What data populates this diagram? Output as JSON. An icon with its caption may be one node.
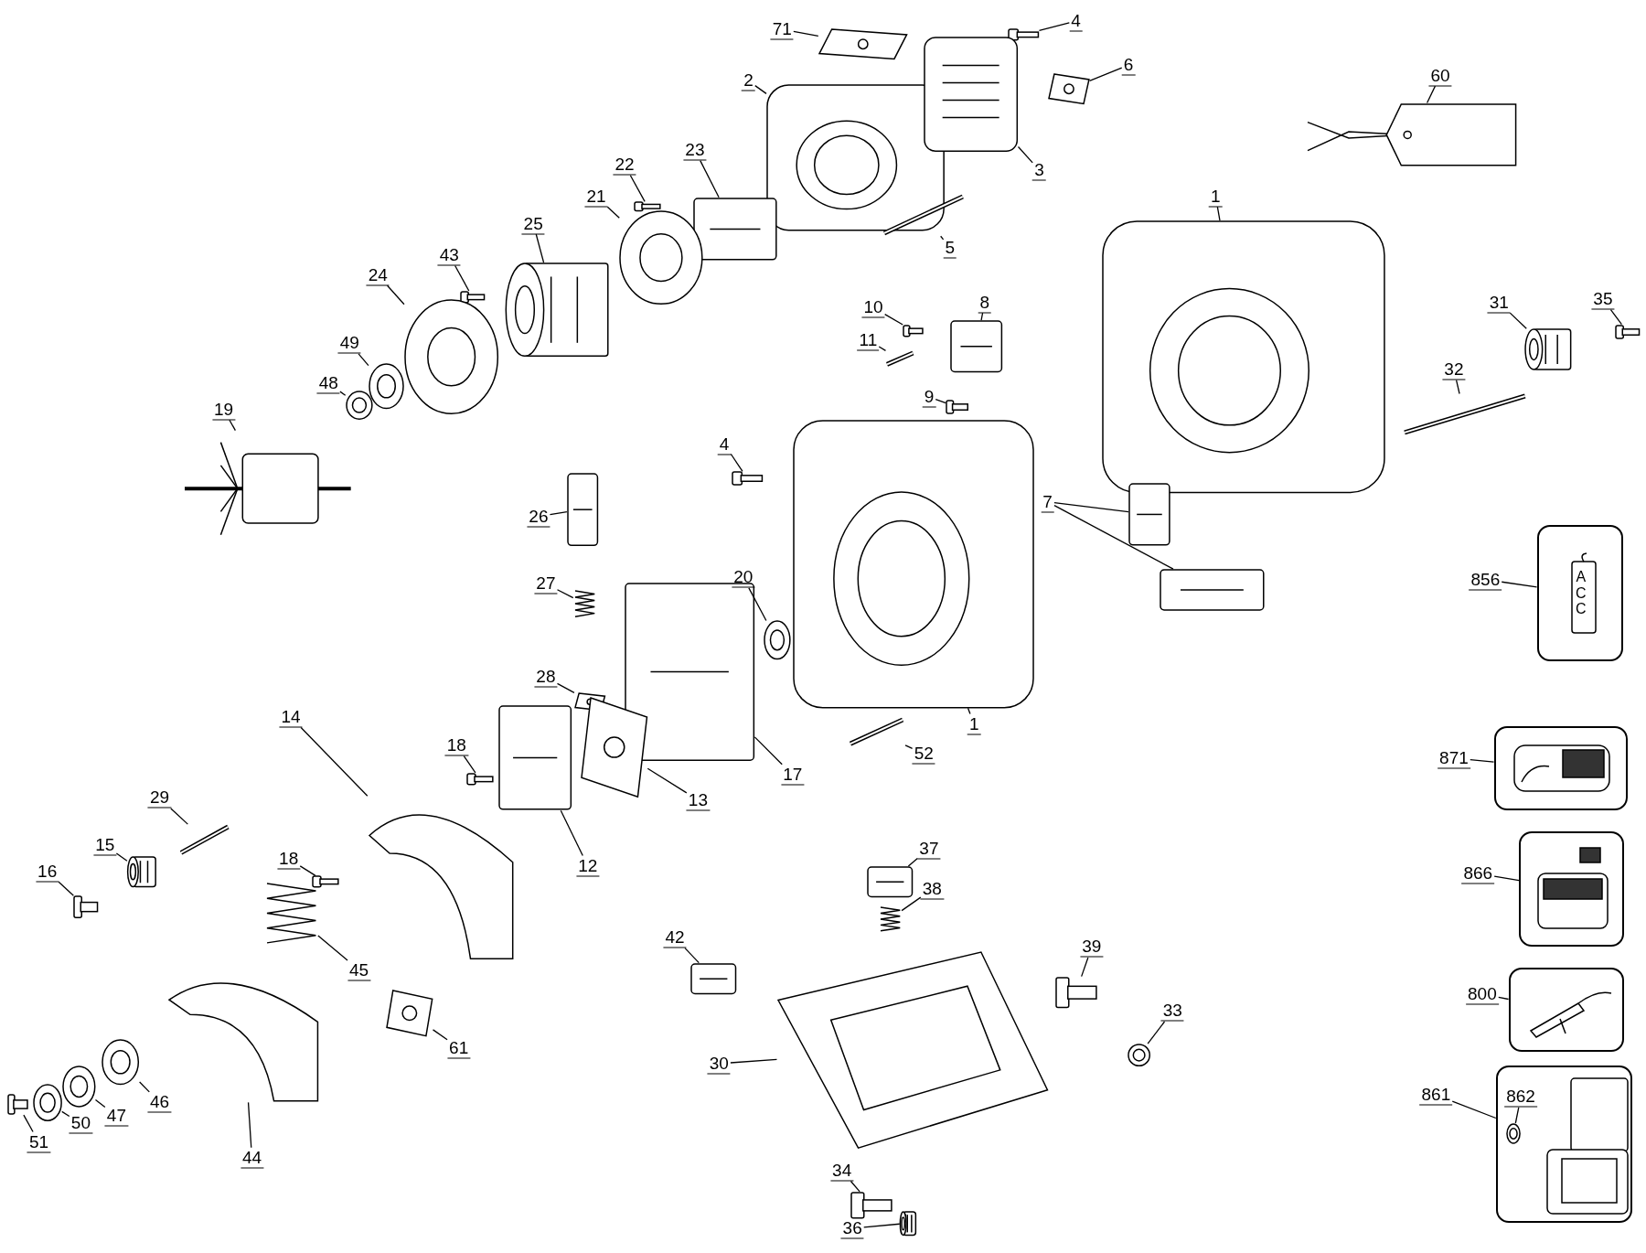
{
  "diagram": {
    "nodes": [
      {
        "text": [
          "71"
        ]
      },
      {
        "text": [],
        "shape": "picture"
      },
      {
        "text": [
          "4"
        ]
      },
      {
        "text": [],
        "shape": "picture"
      },
      {
        "text": [
          "6"
        ]
      },
      {
        "text": [],
        "shape": "picture"
      },
      {
        "text": [
          "60"
        ]
      },
      {
        "text": [],
        "shape": "picture"
      },
      {
        "text": [
          "2"
        ]
      },
      {
        "text": [],
        "shape": "picture"
      },
      {
        "text": [
          "3"
        ]
      },
      {
        "text": [],
        "shape": "picture"
      },
      {
        "text": [
          "22"
        ]
      },
      {
        "text": [],
        "shape": "picture"
      },
      {
        "text": [
          "23"
        ]
      },
      {
        "text": [],
        "shape": "picture"
      },
      {
        "text": [
          "21"
        ]
      },
      {
        "text": [],
        "shape": "picture"
      },
      {
        "text": [
          "25"
        ]
      },
      {
        "text": [],
        "shape": "picture"
      },
      {
        "text": [
          "5"
        ]
      },
      {
        "text": [],
        "shape": "picture"
      },
      {
        "text": [
          "1"
        ]
      },
      {
        "text": [],
        "shape": "picture"
      },
      {
        "text": [
          "43"
        ]
      },
      {
        "text": [],
        "shape": "picture"
      },
      {
        "text": [
          "24"
        ]
      },
      {
        "text": [],
        "shape": "picture"
      },
      {
        "text": [
          "10"
        ]
      },
      {
        "text": [],
        "shape": "picture"
      },
      {
        "text": [
          "8"
        ]
      },
      {
        "text": [],
        "shape": "picture"
      },
      {
        "text": [
          "11"
        ]
      },
      {
        "text": [],
        "shape": "picture"
      },
      {
        "text": [
          "49"
        ]
      },
      {
        "text": [],
        "shape": "picture"
      },
      {
        "text": [
          "48"
        ]
      },
      {
        "text": [],
        "shape": "picture"
      },
      {
        "text": [
          "19"
        ]
      },
      {
        "text": [],
        "shape": "picture"
      },
      {
        "text": [
          "31"
        ]
      },
      {
        "text": [],
        "shape": "picture"
      },
      {
        "text": [
          "35"
        ]
      },
      {
        "text": [],
        "shape": "picture"
      },
      {
        "text": [
          "32"
        ]
      },
      {
        "text": [],
        "shape": "picture"
      },
      {
        "text": [
          "9"
        ]
      },
      {
        "text": [],
        "shape": "picture"
      },
      {
        "text": [
          "4"
        ]
      },
      {
        "text": [],
        "shape": "picture"
      },
      {
        "text": [
          "26"
        ]
      },
      {
        "text": [],
        "shape": "picture"
      },
      {
        "text": [
          "7"
        ]
      },
      {
        "text": [],
        "shape": "picture"
      },
      {
        "text": [],
        "shape": "picture"
      },
      {
        "text": [
          "27"
        ]
      },
      {
        "text": [],
        "shape": "picture"
      },
      {
        "text": [
          "20"
        ]
      },
      {
        "text": [],
        "shape": "picture"
      },
      {
        "text": [
          "856"
        ]
      },
      {
        "text": [],
        "shape": "box"
      },
      {
        "text": [
          "1"
        ]
      },
      {
        "text": [],
        "shape": "picture"
      },
      {
        "text": [
          "28"
        ]
      },
      {
        "text": [],
        "shape": "picture"
      },
      {
        "text": [
          "14"
        ]
      },
      {
        "text": [],
        "shape": "picture"
      },
      {
        "text": [
          "18"
        ]
      },
      {
        "text": [],
        "shape": "picture"
      },
      {
        "text": [
          "52"
        ]
      },
      {
        "text": [],
        "shape": "picture"
      },
      {
        "text": [
          "17"
        ]
      },
      {
        "text": [],
        "shape": "picture"
      },
      {
        "text": [
          "13"
        ]
      },
      {
        "text": [],
        "shape": "picture"
      },
      {
        "text": [
          "871"
        ]
      },
      {
        "text": [],
        "shape": "box"
      },
      {
        "text": [
          "29"
        ]
      },
      {
        "text": [],
        "shape": "picture"
      },
      {
        "text": [
          "12"
        ]
      },
      {
        "text": [],
        "shape": "picture"
      },
      {
        "text": [
          "15"
        ]
      },
      {
        "text": [],
        "shape": "picture"
      },
      {
        "text": [
          "18"
        ]
      },
      {
        "text": [],
        "shape": "picture"
      },
      {
        "text": [
          "37"
        ]
      },
      {
        "text": [],
        "shape": "picture"
      },
      {
        "text": [
          "38"
        ]
      },
      {
        "text": [],
        "shape": "picture"
      },
      {
        "text": [
          "16"
        ]
      },
      {
        "text": [],
        "shape": "picture"
      },
      {
        "text": [
          "866"
        ]
      },
      {
        "text": [],
        "shape": "box"
      },
      {
        "text": [
          "42"
        ]
      },
      {
        "text": [],
        "shape": "picture"
      },
      {
        "text": [
          "45"
        ]
      },
      {
        "text": [],
        "shape": "picture"
      },
      {
        "text": [
          "39"
        ]
      },
      {
        "text": [],
        "shape": "picture"
      },
      {
        "text": [
          "800"
        ]
      },
      {
        "text": [],
        "shape": "box"
      },
      {
        "text": [
          "33"
        ]
      },
      {
        "text": [],
        "shape": "picture"
      },
      {
        "text": [
          "61"
        ]
      },
      {
        "text": [],
        "shape": "picture"
      },
      {
        "text": [
          "30"
        ]
      },
      {
        "text": [],
        "shape": "picture"
      },
      {
        "text": [
          "46"
        ]
      },
      {
        "text": [],
        "shape": "picture"
      },
      {
        "text": [
          "861"
        ]
      },
      {
        "text": [],
        "shape": "box"
      },
      {
        "text": [
          "862"
        ],
        "in": 110
      },
      {
        "text": [],
        "shape": "picture",
        "in": 110
      },
      {
        "text": [
          "47"
        ]
      },
      {
        "text": [],
        "shape": "picture"
      },
      {
        "text": [
          "50"
        ]
      },
      {
        "text": [],
        "shape": "picture"
      },
      {
        "text": [
          "51"
        ]
      },
      {
        "text": [],
        "shape": "picture"
      },
      {
        "text": [
          "44"
        ]
      },
      {
        "text": [],
        "shape": "picture"
      },
      {
        "text": [
          "34"
        ]
      },
      {
        "text": [],
        "shape": "picture"
      },
      {
        "text": [
          "36"
        ]
      },
      {
        "text": [],
        "shape": "picture"
      }
    ],
    "edges": [
      {
        "from": 0,
        "to": 1,
        "arrow": "none"
      },
      {
        "from": 2,
        "to": 3,
        "arrow": "none"
      },
      {
        "from": 4,
        "to": 5,
        "arrow": "none"
      },
      {
        "from": 6,
        "to": 7,
        "arrow": "none"
      },
      {
        "from": 8,
        "to": 9,
        "arrow": "none"
      },
      {
        "from": 10,
        "to": 11,
        "arrow": "none"
      },
      {
        "from": 12,
        "to": 13,
        "arrow": "none"
      },
      {
        "from": 14,
        "to": 15,
        "arrow": "none"
      },
      {
        "from": 16,
        "to": 17,
        "arrow": "none"
      },
      {
        "from": 18,
        "to": 19,
        "arrow": "none"
      },
      {
        "from": 20,
        "to": 21,
        "arrow": "none"
      },
      {
        "from": 22,
        "to": 23,
        "arrow": "none"
      },
      {
        "from": 24,
        "to": 25,
        "arrow": "none"
      },
      {
        "from": 26,
        "to": 27,
        "arrow": "none"
      },
      {
        "from": 28,
        "to": 29,
        "arrow": "none"
      },
      {
        "from": 30,
        "to": 31,
        "arrow": "none"
      },
      {
        "from": 32,
        "to": 33,
        "arrow": "none"
      },
      {
        "from": 34,
        "to": 35,
        "arrow": "none"
      },
      {
        "from": 36,
        "to": 37,
        "arrow": "none"
      },
      {
        "from": 38,
        "to": 39,
        "arrow": "none"
      },
      {
        "from": 40,
        "to": 41,
        "arrow": "none"
      },
      {
        "from": 42,
        "to": 43,
        "arrow": "none"
      },
      {
        "from": 44,
        "to": 45,
        "arrow": "none"
      },
      {
        "from": 46,
        "to": 47,
        "arrow": "none"
      },
      {
        "from": 48,
        "to": 49,
        "arrow": "none"
      },
      {
        "from": 50,
        "to": 51,
        "arrow": "none"
      },
      {
        "from": 52,
        "to": 53,
        "arrow": "none"
      },
      {
        "from": 52,
        "to": 54,
        "arrow": "none"
      },
      {
        "from": 55,
        "to": 56,
        "arrow": "none"
      },
      {
        "from": 57,
        "to": 58,
        "arrow": "none"
      },
      {
        "from": 59,
        "to": 60,
        "arrow": "none"
      },
      {
        "from": 61,
        "to": 62,
        "arrow": "none"
      },
      {
        "from": 63,
        "to": 64,
        "arrow": "none"
      },
      {
        "from": 65,
        "to": 66,
        "arrow": "none"
      },
      {
        "from": 67,
        "to": 68,
        "arrow": "none"
      },
      {
        "from": 69,
        "to": 70,
        "arrow": "none"
      },
      {
        "from": 71,
        "to": 72,
        "arrow": "none"
      },
      {
        "from": 73,
        "to": 74,
        "arrow": "none"
      },
      {
        "from": 75,
        "to": 76,
        "arrow": "none"
      },
      {
        "from": 77,
        "to": 78,
        "arrow": "none"
      },
      {
        "from": 79,
        "to": 80,
        "arrow": "none"
      },
      {
        "from": 81,
        "to": 82,
        "arrow": "none"
      },
      {
        "from": 83,
        "to": 84,
        "arrow": "none"
      },
      {
        "from": 85,
        "to": 86,
        "arrow": "none"
      },
      {
        "from": 87,
        "to": 88,
        "arrow": "none"
      },
      {
        "from": 89,
        "to": 90,
        "arrow": "none"
      },
      {
        "from": 91,
        "to": 92,
        "arrow": "none"
      },
      {
        "from": 93,
        "to": 94,
        "arrow": "none"
      },
      {
        "from": 95,
        "to": 96,
        "arrow": "none"
      },
      {
        "from": 97,
        "to": 98,
        "arrow": "none"
      },
      {
        "from": 99,
        "to": 100,
        "arrow": "none"
      },
      {
        "from": 101,
        "to": 102,
        "arrow": "none"
      },
      {
        "from": 103,
        "to": 104,
        "arrow": "none"
      },
      {
        "from": 105,
        "to": 106,
        "arrow": "none"
      },
      {
        "from": 107,
        "to": 108,
        "arrow": "none"
      },
      {
        "from": 109,
        "to": 110,
        "arrow": "none"
      },
      {
        "from": 111,
        "to": 112,
        "arrow": "none"
      },
      {
        "from": 113,
        "to": 114,
        "arrow": "none"
      },
      {
        "from": 115,
        "to": 116,
        "arrow": "none"
      },
      {
        "from": 117,
        "to": 118,
        "arrow": "none"
      },
      {
        "from": 119,
        "to": 120,
        "arrow": "none"
      },
      {
        "from": 121,
        "to": 122,
        "arrow": "none"
      },
      {
        "from": 123,
        "to": 124,
        "arrow": "none"
      }
    ],
    "labels": [
      "ACC"
    ]
  }
}
